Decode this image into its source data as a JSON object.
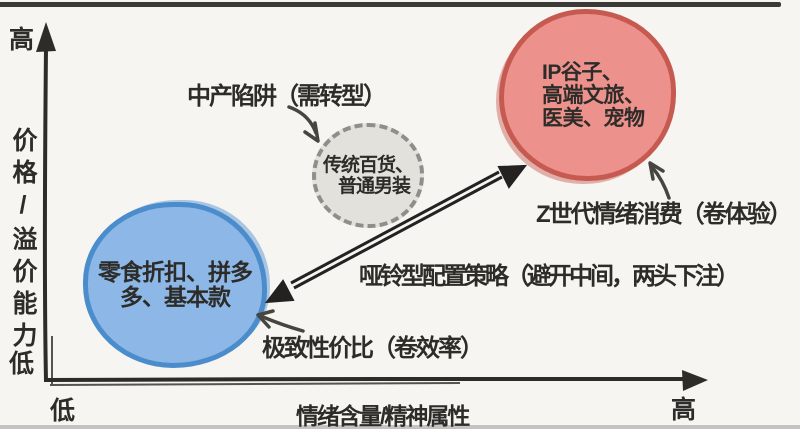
{
  "page": {
    "background_color": "#f6f5f2",
    "top_bar_color": "#3b3a37",
    "ink_color": "#2d2c29"
  },
  "chart_data": {
    "type": "scatter",
    "title": "",
    "xlabel": "情绪含量/精神属性",
    "ylabel": "价格/溢价能力",
    "x_low_label": "低",
    "x_high_label": "高",
    "y_low_label": "低",
    "y_high_label": "高",
    "grid": "off",
    "series": [
      {
        "name": "extreme-value-segment",
        "label_text": "零食折扣、拼多多、基本款",
        "label_lines": [
          "零食折扣、拼多",
          "多、基本款"
        ],
        "x": 0.2,
        "y": 0.25,
        "r": 0.22,
        "fill": "#8cb7e6",
        "stroke": "#4b8ccd",
        "border_style": "solid"
      },
      {
        "name": "middle-trap-segment",
        "label_text": "传统百货、普通男装",
        "label_lines": [
          "传统百货、",
          "普通男装"
        ],
        "x": 0.49,
        "y": 0.55,
        "r": 0.14,
        "fill": "#e2e1db",
        "stroke": "#8f8e88",
        "border_style": "dashed"
      },
      {
        "name": "emotion-consumption-segment",
        "label_text": "IP谷子、高端文旅、医美、宠物",
        "label_lines": [
          "IP谷子、",
          "高端文旅、",
          "医美、宠物"
        ],
        "x": 0.82,
        "y": 0.78,
        "r": 0.22,
        "fill": "#ec918c",
        "stroke": "#c75a50",
        "border_style": "solid"
      }
    ],
    "annotations": [
      {
        "id": "middle-trap",
        "text": "中产陷阱（需转型）",
        "points_to": "middle-trap-segment"
      },
      {
        "id": "genz",
        "text": "Z世代情绪消费（卷体验）",
        "points_to": "emotion-consumption-segment"
      },
      {
        "id": "strategy",
        "text": "哑铃型配置策略（避开中间，两头下注）",
        "points_to": "double-headed-arrow"
      },
      {
        "id": "value",
        "text": "极致性价比（卷效率）",
        "points_to": "extreme-value-segment"
      }
    ],
    "connector": {
      "type": "double-headed-arrow",
      "from": "extreme-value-segment",
      "to": "emotion-consumption-segment"
    }
  }
}
